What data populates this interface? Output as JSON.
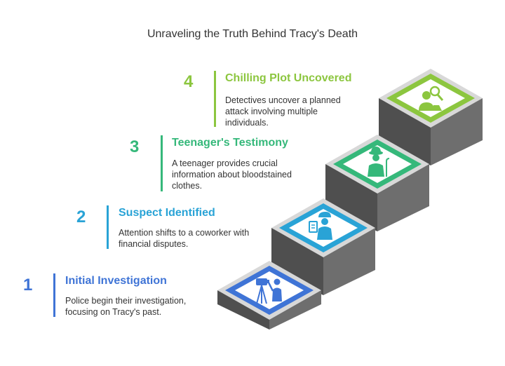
{
  "title": "Unraveling the Truth Behind Tracy's Death",
  "steps": [
    {
      "number": "1",
      "heading": "Initial Investigation",
      "description": "Police begin their investigation, focusing on Tracy's past.",
      "color": "#3f74d6",
      "icon": "camera-tripod-person-icon"
    },
    {
      "number": "2",
      "heading": "Suspect Identified",
      "description": "Attention shifts to a coworker with financial disputes.",
      "color": "#29a3d6",
      "icon": "worker-with-clipboard-icon"
    },
    {
      "number": "3",
      "heading": "Teenager's Testimony",
      "description": "A teenager provides crucial information about bloodstained clothes.",
      "color": "#35b87a",
      "icon": "detective-with-cane-icon"
    },
    {
      "number": "4",
      "heading": "Chilling Plot Uncovered",
      "description": "Detectives uncover a planned attack involving multiple individuals.",
      "color": "#8cc63f",
      "icon": "detective-magnifier-icon"
    }
  ]
}
